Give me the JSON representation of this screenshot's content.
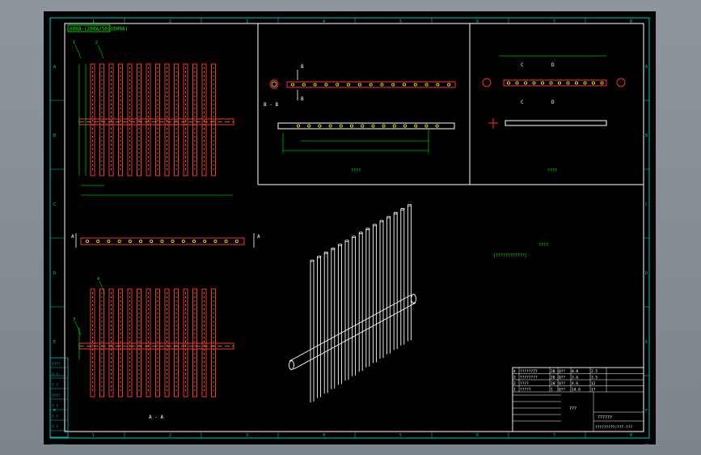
{
  "drawing": {
    "header_label": "600A-(200A/50)(600A)",
    "section_bb": "B - B",
    "section_aa": "A - A",
    "cut_a": "A",
    "cut_b": "B",
    "cut_c": "C",
    "cut_d": "D",
    "question_mark_label": "????",
    "scale_text": "|????????????|",
    "view_label_1": "????",
    "view_label_2": "????",
    "part_callouts": [
      "1",
      "2",
      "3",
      "4"
    ],
    "title_block": {
      "drawing_title": "??????",
      "drawing_name": "?????????/??T-???",
      "rows": [
        [
          "4",
          "??????77",
          "20",
          "Q??",
          "0.8",
          "2.5"
        ],
        [
          "3",
          "????????",
          "20",
          "Q??",
          "3.6",
          "3.5"
        ],
        [
          "2",
          "????",
          "20",
          "Q??",
          "4.6",
          "12"
        ],
        [
          "1",
          "?????",
          "1",
          "Q??",
          "14.6",
          "17"
        ]
      ],
      "footer_note": "???"
    },
    "border_numbers_top": [
      "1",
      "2",
      "3",
      "4",
      "5",
      "6",
      "7",
      "8"
    ],
    "border_letters_side": [
      "A",
      "B",
      "C",
      "D",
      "E",
      "F"
    ],
    "left_legend": [
      "????",
      "? ?",
      "? ?",
      "????",
      "? ?",
      "? ?",
      "? ?"
    ]
  },
  "colors": {
    "background": "#000000",
    "frame": "#ffffff",
    "dimension": "#00ff00",
    "cyan": "#00c8c8",
    "red": "#ff3030",
    "yellow": "#ffff00"
  }
}
